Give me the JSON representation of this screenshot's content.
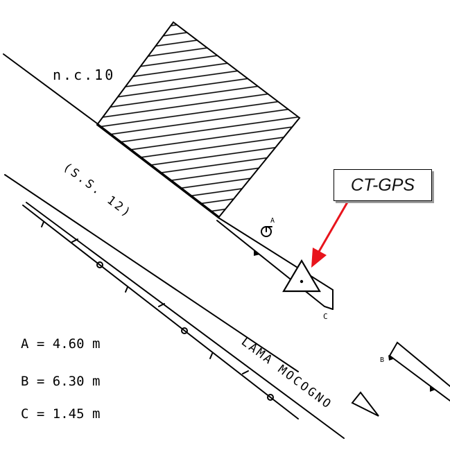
{
  "parcel_label": "n.c.10",
  "road_label": "(S.S. 12)",
  "stream_label": "LAMA MOCOGNO",
  "callout": {
    "text": "CT-GPS",
    "arrow_color": "#e8141c"
  },
  "points": {
    "a": "A",
    "b": "B",
    "c": "C"
  },
  "measurements": [
    {
      "label": "A = 4.60 m"
    },
    {
      "label": "B = 6.30 m"
    },
    {
      "label": "C = 1.45 m"
    }
  ],
  "icons": [
    "ct-gps-triangle-icon",
    "point-a-marker-icon",
    "flow-direction-triangle-icon"
  ]
}
